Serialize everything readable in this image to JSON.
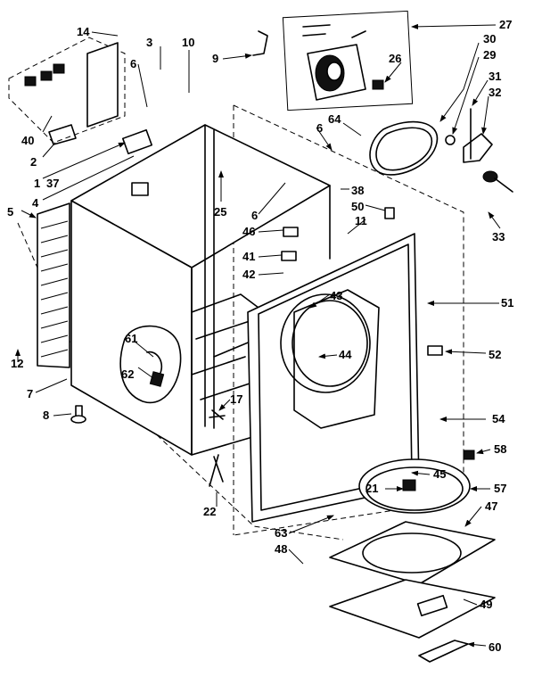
{
  "callouts": [
    {
      "id": "c14",
      "text": "14"
    },
    {
      "id": "c3",
      "text": "3"
    },
    {
      "id": "c10",
      "text": "10"
    },
    {
      "id": "c6a",
      "text": "6"
    },
    {
      "id": "c9",
      "text": "9"
    },
    {
      "id": "c27",
      "text": "27"
    },
    {
      "id": "c30",
      "text": "30"
    },
    {
      "id": "c29",
      "text": "29"
    },
    {
      "id": "c26",
      "text": "26"
    },
    {
      "id": "c31",
      "text": "31"
    },
    {
      "id": "c32",
      "text": "32"
    },
    {
      "id": "c64",
      "text": "64"
    },
    {
      "id": "c6b",
      "text": "6"
    },
    {
      "id": "c40",
      "text": "40"
    },
    {
      "id": "c2",
      "text": "2"
    },
    {
      "id": "c1",
      "text": "1"
    },
    {
      "id": "c37",
      "text": "37"
    },
    {
      "id": "c4",
      "text": "4"
    },
    {
      "id": "c5",
      "text": "5"
    },
    {
      "id": "c25",
      "text": "25"
    },
    {
      "id": "c6c",
      "text": "6"
    },
    {
      "id": "c38",
      "text": "38"
    },
    {
      "id": "c50",
      "text": "50"
    },
    {
      "id": "c11",
      "text": "11"
    },
    {
      "id": "c33",
      "text": "33"
    },
    {
      "id": "c46",
      "text": "46"
    },
    {
      "id": "c41",
      "text": "41"
    },
    {
      "id": "c42",
      "text": "42"
    },
    {
      "id": "c43",
      "text": "43"
    },
    {
      "id": "c51",
      "text": "51"
    },
    {
      "id": "c44",
      "text": "44"
    },
    {
      "id": "c52",
      "text": "52"
    },
    {
      "id": "c61",
      "text": "61"
    },
    {
      "id": "c62",
      "text": "62"
    },
    {
      "id": "c12",
      "text": "12"
    },
    {
      "id": "c7",
      "text": "7"
    },
    {
      "id": "c17",
      "text": "17"
    },
    {
      "id": "c8",
      "text": "8"
    },
    {
      "id": "c54",
      "text": "54"
    },
    {
      "id": "c58",
      "text": "58"
    },
    {
      "id": "c45",
      "text": "45"
    },
    {
      "id": "c21",
      "text": "21"
    },
    {
      "id": "c57",
      "text": "57"
    },
    {
      "id": "c22",
      "text": "22"
    },
    {
      "id": "c47",
      "text": "47"
    },
    {
      "id": "c63",
      "text": "63"
    },
    {
      "id": "c48",
      "text": "48"
    },
    {
      "id": "c49",
      "text": "49"
    },
    {
      "id": "c60",
      "text": "60"
    }
  ]
}
